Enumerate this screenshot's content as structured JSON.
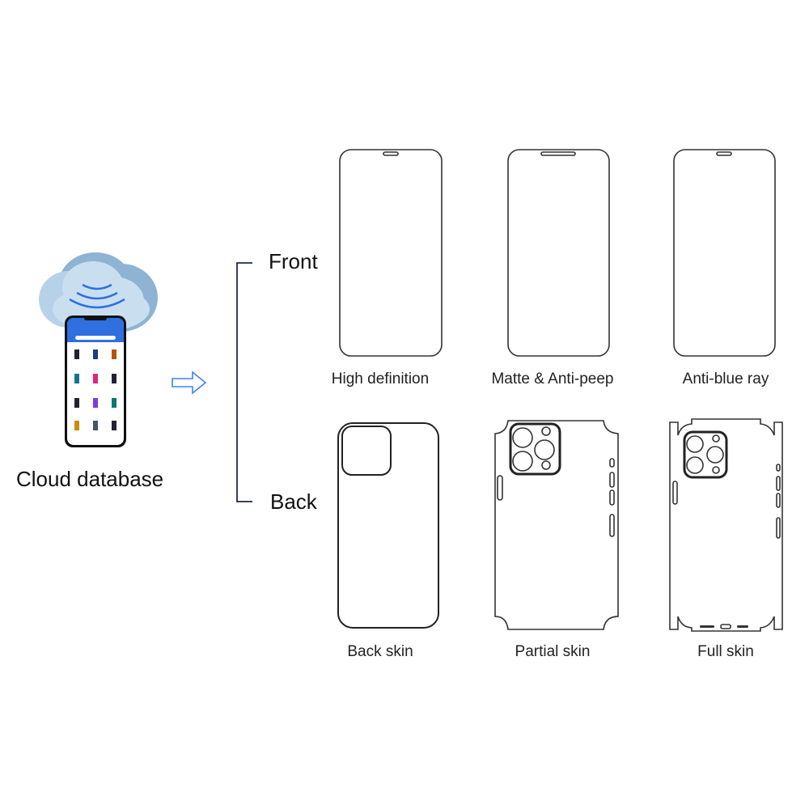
{
  "source": {
    "label": "Cloud database"
  },
  "groups": {
    "front": "Front",
    "back": "Back"
  },
  "front_items": [
    {
      "label": "High definition"
    },
    {
      "label": "Matte & Anti-peep"
    },
    {
      "label": "Anti-blue ray"
    }
  ],
  "back_items": [
    {
      "label": "Back skin"
    },
    {
      "label": "Partial skin"
    },
    {
      "label": "Full skin"
    }
  ],
  "colors": {
    "cloud_light": "#c9dff0",
    "cloud_dark": "#8fb3d3",
    "accent": "#2f6fe0",
    "arrow": "#3b82f6"
  }
}
